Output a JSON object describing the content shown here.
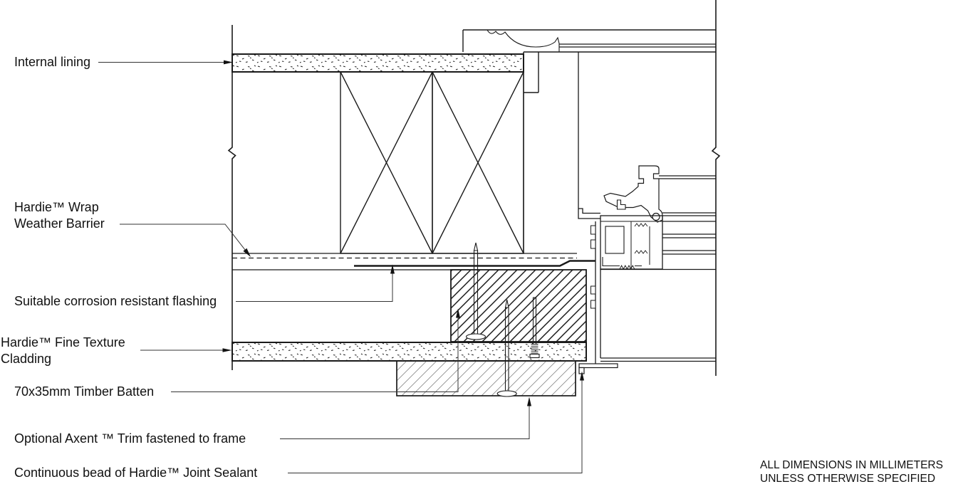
{
  "labels": {
    "internal_lining": "Internal lining",
    "weather_barrier": "Hardie™ Wrap\nWeather Barrier",
    "flashing": "Suitable corrosion resistant flashing",
    "cladding": "Hardie™ Fine Texture\nCladding",
    "timber_batten": "70x35mm Timber Batten",
    "axent_trim": "Optional Axent ™ Trim fastened to frame",
    "joint_sealant": "Continuous bead of Hardie™ Joint Sealant"
  },
  "note": {
    "line1": "ALL DIMENSIONS IN MILLIMETERS",
    "line2": "UNLESS OTHERWISE SPECIFIED"
  },
  "colors": {
    "line": "#1a1a1a",
    "leader": "#333333",
    "background": "#ffffff"
  }
}
